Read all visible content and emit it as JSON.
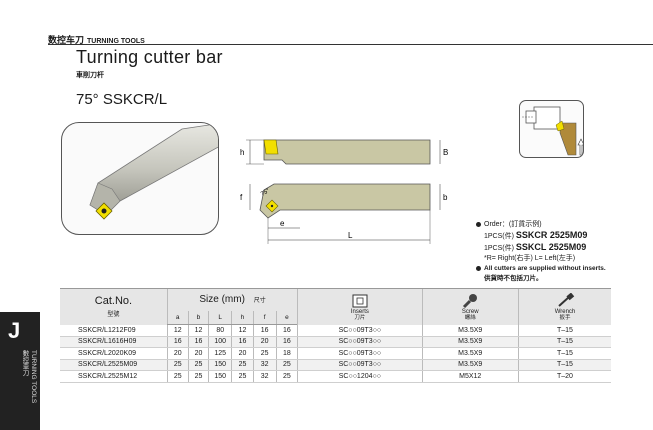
{
  "header": {
    "category_cn": "数控车刀",
    "category_en": "TURNING TOOLS"
  },
  "title": "Turning cutter bar",
  "title_cn": "車削刀杆",
  "model": "75°  SSKCR/L",
  "side_tab": {
    "letter": "J",
    "text_en": "TURNING TOOLS",
    "text_cn": "數控車刀"
  },
  "drawing": {
    "dim_h": "h",
    "dim_B": "B",
    "dim_b": "b",
    "dim_f": "f",
    "dim_e": "e",
    "dim_L": "L",
    "angle": "75°"
  },
  "order": {
    "label": "Order：(訂貨示例)",
    "line1_qty": "1PCS(件)",
    "line1_code": "SSKCR 2525M09",
    "line2_qty": "1PCS(件)",
    "line2_code": "SSKCL 2525M09",
    "hand_note": "*R= Right(右手)    L= Left(左手)",
    "inserts_note": "All cutters are supplied without inserts.",
    "inserts_note_cn": "供貨時不包括刀片。"
  },
  "table": {
    "cat_header": "Cat.No.",
    "cat_header_cn": "型號",
    "size_header": "Size (mm)",
    "size_header_cn": "尺寸",
    "size_cols": [
      "a",
      "b",
      "L",
      "h",
      "f",
      "e"
    ],
    "inserts_label": "Inserts",
    "inserts_label_cn": "刀片",
    "screw_label": "Screw",
    "screw_label_cn": "螺絲",
    "wrench_label": "Wrench",
    "wrench_label_cn": "扳手",
    "rows": [
      {
        "cat": "SSKCR/L1212F09",
        "a": "12",
        "b": "12",
        "L": "80",
        "h": "12",
        "f": "16",
        "e": "16",
        "insert": "SC○○09T3○○",
        "screw": "M3.5X9",
        "wrench": "T–15"
      },
      {
        "cat": "SSKCR/L1616H09",
        "a": "16",
        "b": "16",
        "L": "100",
        "h": "16",
        "f": "20",
        "e": "16",
        "insert": "SC○○09T3○○",
        "screw": "M3.5X9",
        "wrench": "T–15"
      },
      {
        "cat": "SSKCR/L2020K09",
        "a": "20",
        "b": "20",
        "L": "125",
        "h": "20",
        "f": "25",
        "e": "18",
        "insert": "SC○○09T3○○",
        "screw": "M3.5X9",
        "wrench": "T–15"
      },
      {
        "cat": "SSKCR/L2525M09",
        "a": "25",
        "b": "25",
        "L": "150",
        "h": "25",
        "f": "32",
        "e": "25",
        "insert": "SC○○09T3○○",
        "screw": "M3.5X9",
        "wrench": "T–15"
      },
      {
        "cat": "SSKCR/L2525M12",
        "a": "25",
        "b": "25",
        "L": "150",
        "h": "25",
        "f": "32",
        "e": "25",
        "insert": "SC○○1204○○",
        "screw": "M5X12",
        "wrench": "T–20"
      }
    ]
  },
  "colors": {
    "tool_body": "#c9c7a4",
    "insert_yellow": "#f2df00",
    "holder_brown": "#b08a3a"
  }
}
